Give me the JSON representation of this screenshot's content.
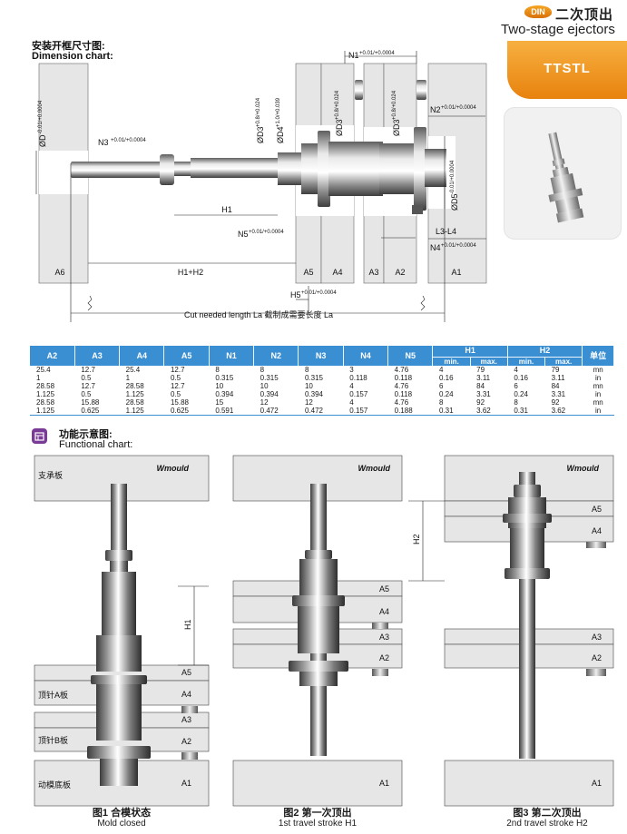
{
  "header": {
    "badge": "DIN",
    "title_cn": "二次顶出",
    "title_en": "Two-stage ejectors",
    "product_code": "TTSTL"
  },
  "dimension_chart": {
    "title_cn": "安装开框尺寸图:",
    "title_en": "Dimension chart:",
    "labels": {
      "d1": "ØD",
      "d1_tol": "-0.01/+0.0004",
      "n3": "N3",
      "n3_tol": "+0.01/+0.0004",
      "h1": "H1",
      "h1h2": "H1+H2",
      "d3": "ØD3",
      "d4": "ØD4",
      "d3_tol": "+0.8/+0.024",
      "d4_tol": "+1.0/+0.039",
      "n1": "N1",
      "n1_tol": "+0.01/+0.0004",
      "n2": "N2",
      "n2_tol": "+0.01/+0.0004",
      "d5": "ØD5",
      "d5_tol": "-0.01/+0.0004",
      "n5": "N5",
      "n5_tol": "+0.01/+0.0004",
      "l3l4": "L3-L4",
      "n4": "N4",
      "n4_tol": "+0.01/+0.0004",
      "h5": "H5",
      "h5_tol": "+0.01/+0.0004",
      "cut_length": "Cut needed length La 截制成需要长度 La"
    },
    "plates": [
      "A6",
      "A5",
      "A4",
      "A3",
      "A2",
      "A1"
    ]
  },
  "specs_table": {
    "headers": [
      "A2",
      "A3",
      "A4",
      "A5",
      "N1",
      "N2",
      "N3",
      "N4",
      "N5",
      "H1",
      "H2",
      "单位"
    ],
    "sub_headers": [
      "min.",
      "max.",
      "min.",
      "max."
    ],
    "rows": [
      [
        "25.4",
        "12.7",
        "25.4",
        "12.7",
        "8",
        "8",
        "8",
        "3",
        "4.76",
        "4",
        "79",
        "4",
        "79",
        "mn"
      ],
      [
        "1",
        "0.5",
        "1",
        "0.5",
        "0.315",
        "0.315",
        "0.315",
        "0.118",
        "0.118",
        "0.16",
        "3.11",
        "0.16",
        "3.11",
        "in"
      ],
      [
        "28.58",
        "12.7",
        "28.58",
        "12.7",
        "10",
        "10",
        "10",
        "4",
        "4.76",
        "6",
        "84",
        "6",
        "84",
        "mn"
      ],
      [
        "1.125",
        "0.5",
        "1.125",
        "0.5",
        "0.394",
        "0.394",
        "0.394",
        "0.157",
        "0.118",
        "0.24",
        "3.31",
        "0.24",
        "3.31",
        "in"
      ],
      [
        "28.58",
        "15.88",
        "28.58",
        "15.88",
        "15",
        "12",
        "12",
        "4",
        "4.76",
        "8",
        "92",
        "8",
        "92",
        "mn"
      ],
      [
        "1.125",
        "0.625",
        "1.125",
        "0.625",
        "0.591",
        "0.472",
        "0.472",
        "0.157",
        "0.188",
        "0.31",
        "3.62",
        "0.31",
        "3.62",
        "in"
      ]
    ]
  },
  "functional_chart": {
    "title_cn": "功能示意图:",
    "title_en": "Functional chart:",
    "brand": "Wmould",
    "plate_names": {
      "support": "支承板",
      "ejector_a": "顶针A板",
      "ejector_b": "顶针B板",
      "moving_clamp": "动模底板"
    },
    "plates": [
      "A5",
      "A4",
      "A3",
      "A2",
      "A1"
    ],
    "strokes": [
      "H1",
      "H2"
    ],
    "figures": [
      {
        "cn": "图1 合模状态",
        "en": "Mold closed"
      },
      {
        "cn": "图2 第一次顶出",
        "en": "1st travel stroke H1"
      },
      {
        "cn": "图3 第二次顶出",
        "en": "2nd travel stroke H2"
      }
    ]
  }
}
